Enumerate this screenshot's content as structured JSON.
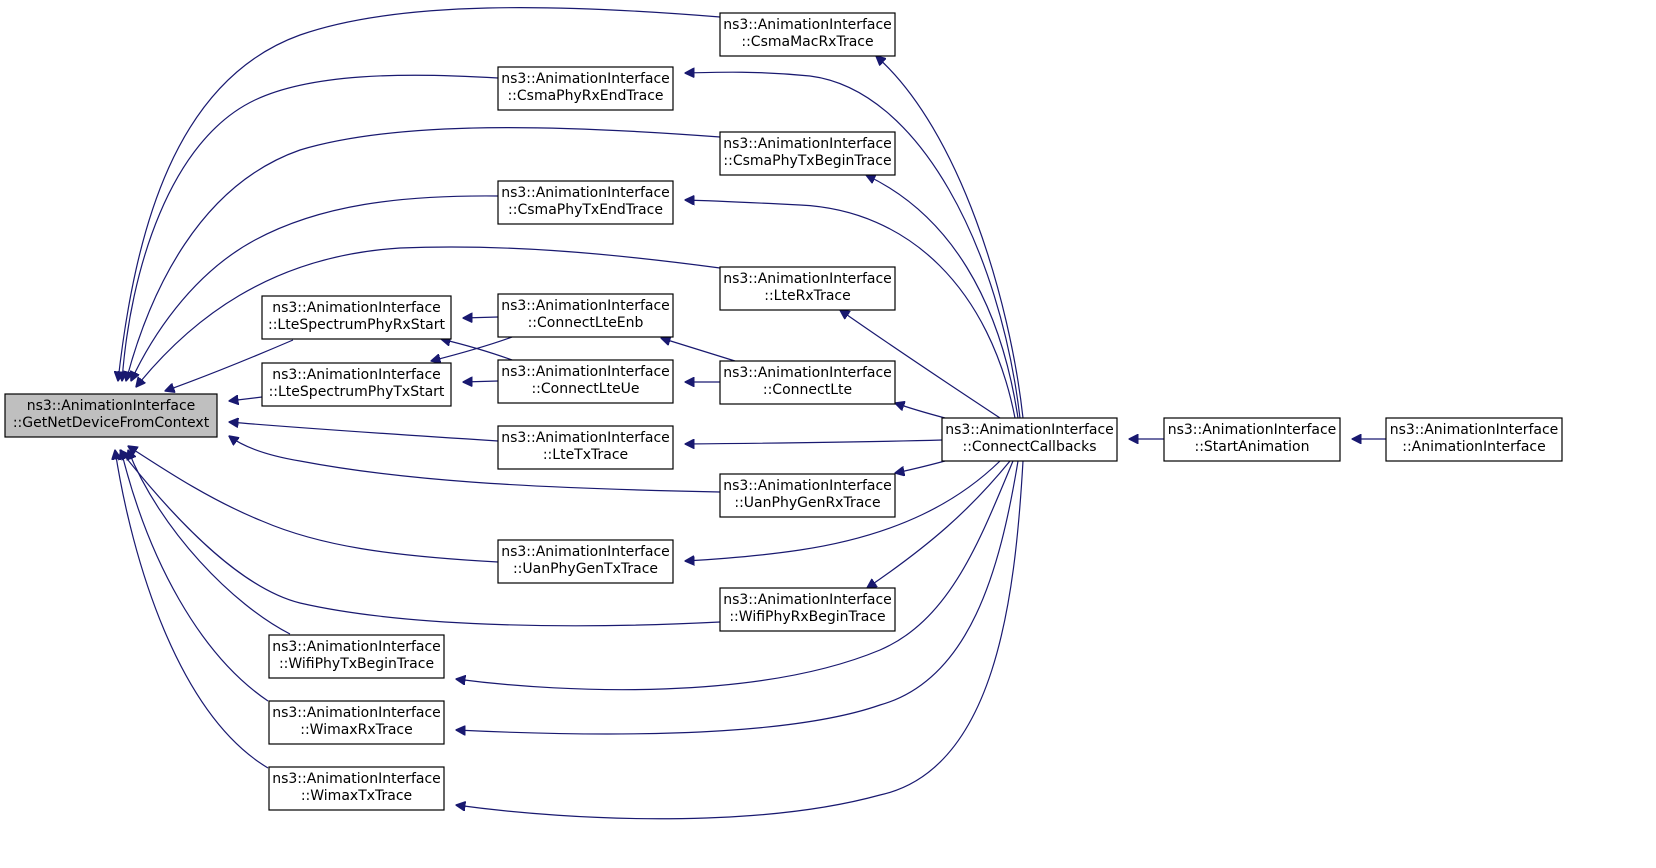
{
  "diagram": {
    "type": "caller-graph",
    "colors": {
      "edge": "#191970",
      "node_border": "#000000",
      "focus_fill": "#bfbfbf",
      "node_fill": "#ffffff"
    },
    "nodes": [
      {
        "id": "getnetdevice",
        "line1": "ns3::AnimationInterface",
        "line2": "::GetNetDeviceFromContext",
        "focus": true
      },
      {
        "id": "ltespecrx",
        "line1": "ns3::AnimationInterface",
        "line2": "::LteSpectrumPhyRxStart"
      },
      {
        "id": "ltespectx",
        "line1": "ns3::AnimationInterface",
        "line2": "::LteSpectrumPhyTxStart"
      },
      {
        "id": "wifiphytx",
        "line1": "ns3::AnimationInterface",
        "line2": "::WifiPhyTxBeginTrace"
      },
      {
        "id": "wimaxrx",
        "line1": "ns3::AnimationInterface",
        "line2": "::WimaxRxTrace"
      },
      {
        "id": "wimaxtx",
        "line1": "ns3::AnimationInterface",
        "line2": "::WimaxTxTrace"
      },
      {
        "id": "csmaphyrxend",
        "line1": "ns3::AnimationInterface",
        "line2": "::CsmaPhyRxEndTrace"
      },
      {
        "id": "csmaphytxend",
        "line1": "ns3::AnimationInterface",
        "line2": "::CsmaPhyTxEndTrace"
      },
      {
        "id": "connectlteenb",
        "line1": "ns3::AnimationInterface",
        "line2": "::ConnectLteEnb"
      },
      {
        "id": "connectlteue",
        "line1": "ns3::AnimationInterface",
        "line2": "::ConnectLteUe"
      },
      {
        "id": "ltetx",
        "line1": "ns3::AnimationInterface",
        "line2": "::LteTxTrace"
      },
      {
        "id": "uanphygentx",
        "line1": "ns3::AnimationInterface",
        "line2": "::UanPhyGenTxTrace"
      },
      {
        "id": "csmamacrx",
        "line1": "ns3::AnimationInterface",
        "line2": "::CsmaMacRxTrace"
      },
      {
        "id": "csmaphytxbegin",
        "line1": "ns3::AnimationInterface",
        "line2": "::CsmaPhyTxBeginTrace"
      },
      {
        "id": "lterx",
        "line1": "ns3::AnimationInterface",
        "line2": "::LteRxTrace"
      },
      {
        "id": "connectlte",
        "line1": "ns3::AnimationInterface",
        "line2": "::ConnectLte"
      },
      {
        "id": "uanphygenrx",
        "line1": "ns3::AnimationInterface",
        "line2": "::UanPhyGenRxTrace"
      },
      {
        "id": "wifiphyrx",
        "line1": "ns3::AnimationInterface",
        "line2": "::WifiPhyRxBeginTrace"
      },
      {
        "id": "connectcallbacks",
        "line1": "ns3::AnimationInterface",
        "line2": "::ConnectCallbacks"
      },
      {
        "id": "startanimation",
        "line1": "ns3::AnimationInterface",
        "line2": "::StartAnimation"
      },
      {
        "id": "animationinterface",
        "line1": "ns3::AnimationInterface",
        "line2": "::AnimationInterface"
      }
    ],
    "edges": [
      {
        "from": "ltespecrx",
        "to": "getnetdevice"
      },
      {
        "from": "ltespectx",
        "to": "getnetdevice"
      },
      {
        "from": "wifiphytx",
        "to": "getnetdevice"
      },
      {
        "from": "wimaxrx",
        "to": "getnetdevice"
      },
      {
        "from": "wimaxtx",
        "to": "getnetdevice"
      },
      {
        "from": "csmaphyrxend",
        "to": "getnetdevice"
      },
      {
        "from": "csmaphytxend",
        "to": "getnetdevice"
      },
      {
        "from": "ltetx",
        "to": "getnetdevice"
      },
      {
        "from": "uanphygentx",
        "to": "getnetdevice"
      },
      {
        "from": "csmamacrx",
        "to": "getnetdevice"
      },
      {
        "from": "csmaphytxbegin",
        "to": "getnetdevice"
      },
      {
        "from": "lterx",
        "to": "getnetdevice"
      },
      {
        "from": "uanphygenrx",
        "to": "getnetdevice"
      },
      {
        "from": "wifiphyrx",
        "to": "getnetdevice"
      },
      {
        "from": "connectlteenb",
        "to": "ltespecrx"
      },
      {
        "from": "connectlteue",
        "to": "ltespecrx"
      },
      {
        "from": "connectlteenb",
        "to": "ltespectx"
      },
      {
        "from": "connectlteue",
        "to": "ltespectx"
      },
      {
        "from": "connectlte",
        "to": "connectlteenb"
      },
      {
        "from": "connectlte",
        "to": "connectlteue"
      },
      {
        "from": "connectcallbacks",
        "to": "connectlte"
      },
      {
        "from": "connectcallbacks",
        "to": "csmamacrx"
      },
      {
        "from": "connectcallbacks",
        "to": "csmaphyrxend"
      },
      {
        "from": "connectcallbacks",
        "to": "csmaphytxbegin"
      },
      {
        "from": "connectcallbacks",
        "to": "csmaphytxend"
      },
      {
        "from": "connectcallbacks",
        "to": "lterx"
      },
      {
        "from": "connectcallbacks",
        "to": "ltetx"
      },
      {
        "from": "connectcallbacks",
        "to": "uanphygenrx"
      },
      {
        "from": "connectcallbacks",
        "to": "uanphygentx"
      },
      {
        "from": "connectcallbacks",
        "to": "wifiphyrx"
      },
      {
        "from": "connectcallbacks",
        "to": "wifiphytx"
      },
      {
        "from": "connectcallbacks",
        "to": "wimaxrx"
      },
      {
        "from": "connectcallbacks",
        "to": "wimaxtx"
      },
      {
        "from": "startanimation",
        "to": "connectcallbacks"
      },
      {
        "from": "animationinterface",
        "to": "startanimation"
      }
    ]
  }
}
